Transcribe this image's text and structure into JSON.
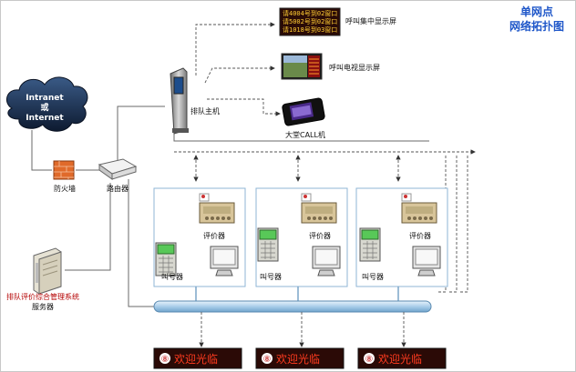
{
  "title": {
    "line1": "单网点",
    "line2": "网络拓扑图"
  },
  "cloud": {
    "line1": "Intranet",
    "line2": "或",
    "line3": "Internet"
  },
  "labels": {
    "firewall": "防火墙",
    "router": "路由器",
    "queue_host": "排队主机",
    "led_screen": "呼叫集中显示屏",
    "tv_screen": "呼叫电视显示屏",
    "lobby_call": "大堂CALL机",
    "server_system": "排队评价综合管理系统",
    "server": "服务器",
    "evaluator": "评价器",
    "caller": "叫号器"
  },
  "led_rows": [
    "请4004号到02窗口",
    "请5002号到02窗口",
    "请1018号到03窗口"
  ],
  "counters": [
    {
      "evaluator_label": "评价器",
      "caller_label": "叫号器"
    },
    {
      "evaluator_label": "评价器",
      "caller_label": "叫号器"
    },
    {
      "evaluator_label": "评价器",
      "caller_label": "叫号器"
    }
  ],
  "window_display": {
    "text": "欢迎光临",
    "badge": "⑧"
  },
  "colors": {
    "title": "#1f57c9",
    "cloud": "#12233f",
    "led_bg": "#2a0b06",
    "led_text": "#ffcc33",
    "welcome_text": "#ff3b1f",
    "firewall": "#e06a2a",
    "bus": "#b9d7ee"
  },
  "icons": [
    "cloud-icon",
    "firewall-icon",
    "router-icon",
    "kiosk-icon",
    "led-display-icon",
    "tv-icon",
    "pda-icon",
    "server-icon",
    "evaluator-icon",
    "caller-keypad-icon",
    "monitor-icon"
  ]
}
